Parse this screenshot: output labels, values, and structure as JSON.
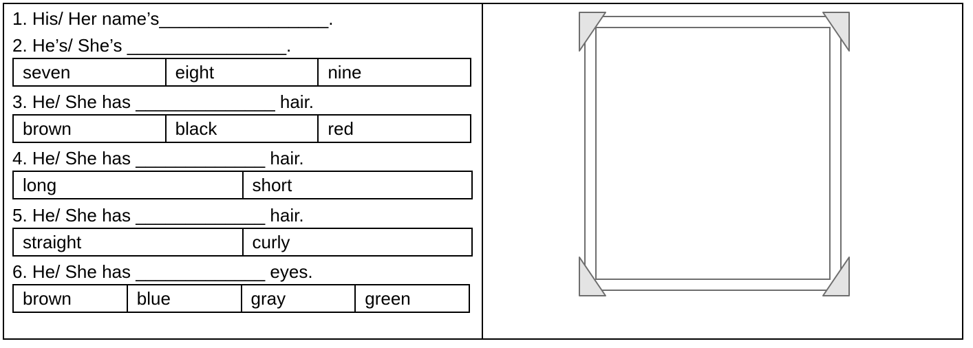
{
  "items": [
    {
      "prompt": "1. His/ Her name’s_________________.",
      "options": []
    },
    {
      "prompt": "2. He’s/ She’s ________________.",
      "options": [
        "seven",
        "eight",
        "nine"
      ]
    },
    {
      "prompt": "3. He/ She has ______________ hair.",
      "options": [
        "brown",
        "black",
        "red"
      ]
    },
    {
      "prompt": "4. He/ She has _____________ hair.",
      "options": [
        "long",
        "short"
      ]
    },
    {
      "prompt": "5. He/ She has _____________ hair.",
      "options": [
        "straight",
        "curly"
      ]
    },
    {
      "prompt": "6. He/ She has _____________ eyes.",
      "options": [
        "brown",
        "blue",
        "gray",
        "green"
      ]
    }
  ],
  "frame": {
    "icon": "photo-frame-icon",
    "stroke": "#6e6e6e",
    "fill": "#e4e4e4"
  }
}
